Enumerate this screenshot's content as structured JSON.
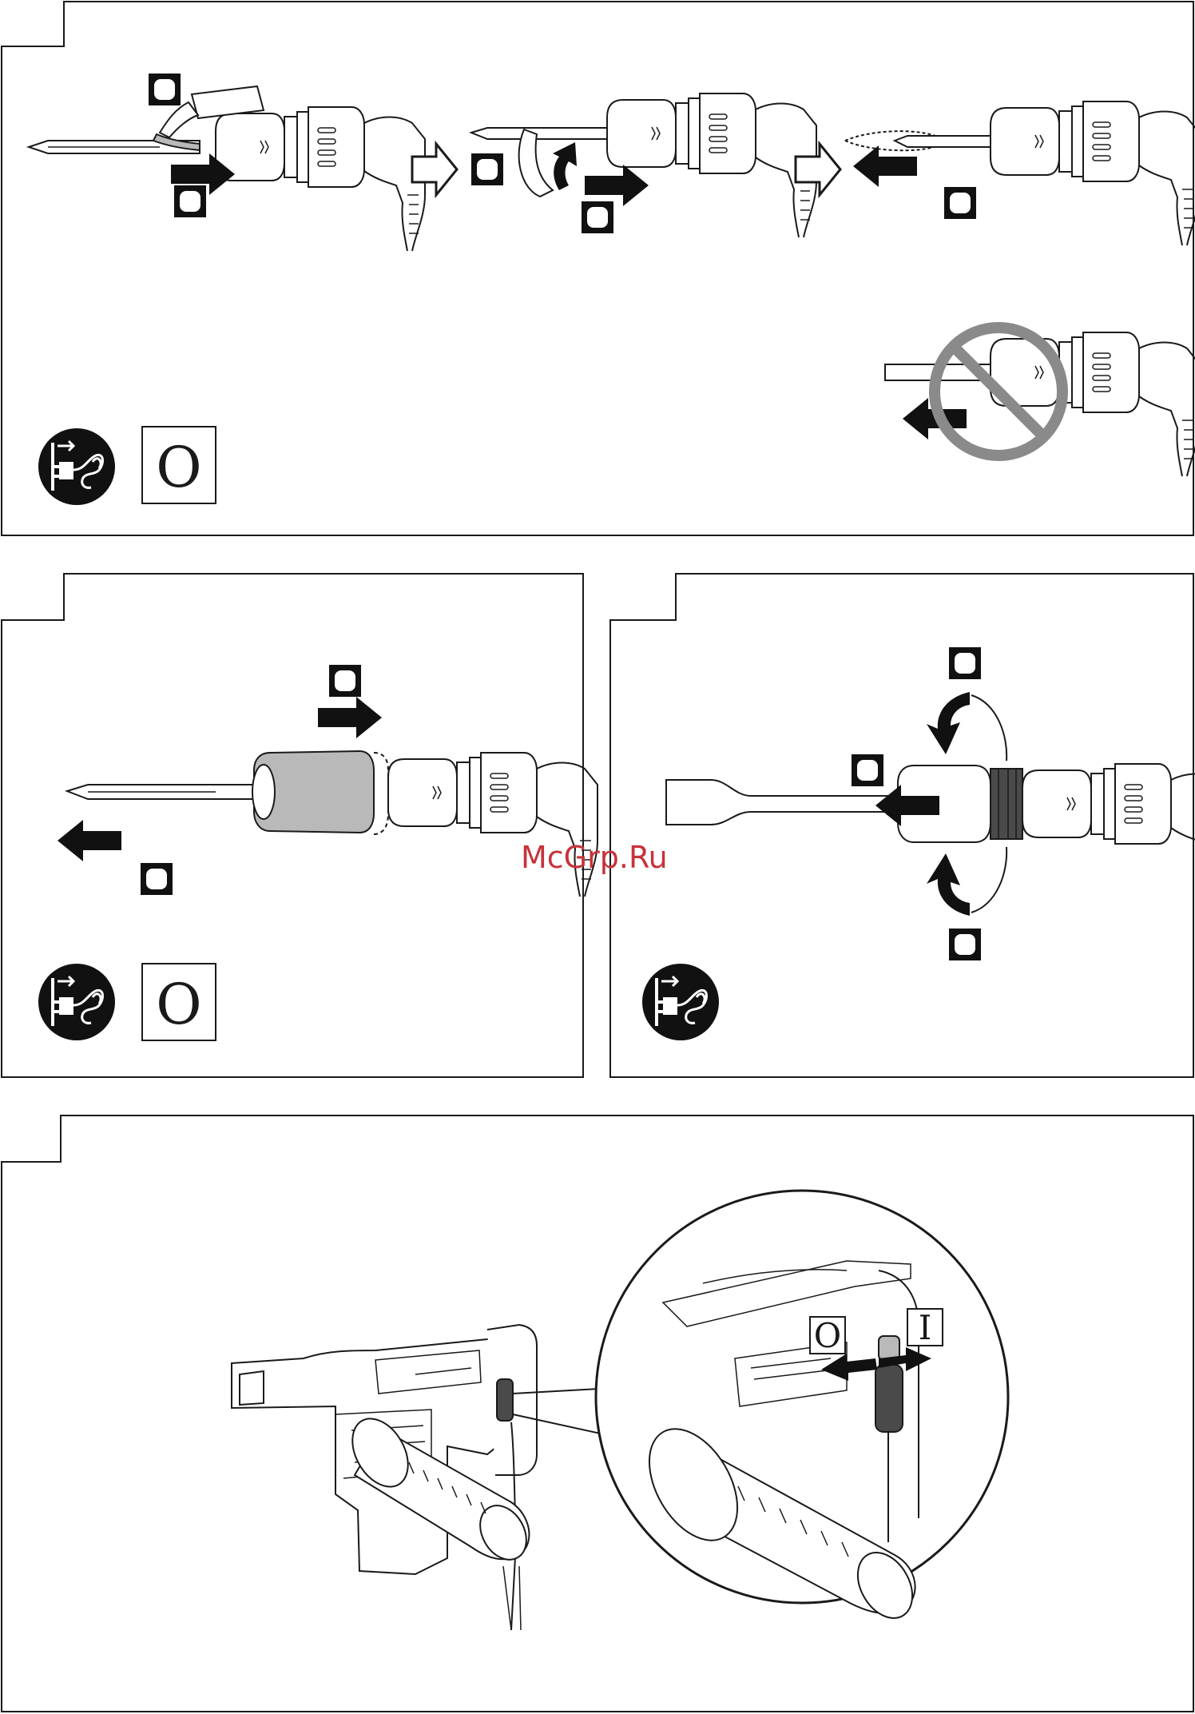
{
  "page": {
    "watermark": "McGrp.Ru"
  },
  "panels": [
    {
      "id": "bit-lubrication-and-insertion",
      "steps": [
        "apply-grease",
        "insert-bit",
        "check-lock",
        "do-not-insert-wrong"
      ],
      "badge_symbol": "O",
      "icons": [
        "unplug-icon",
        "switch-off-badge"
      ]
    },
    {
      "id": "bit-removal",
      "badge_symbol": "O",
      "icons": [
        "unplug-icon",
        "switch-off-badge"
      ]
    },
    {
      "id": "chisel-position-adjustment",
      "icons": [
        "unplug-icon"
      ]
    },
    {
      "id": "mode-switch",
      "switch_labels": [
        "O",
        "I"
      ]
    }
  ]
}
